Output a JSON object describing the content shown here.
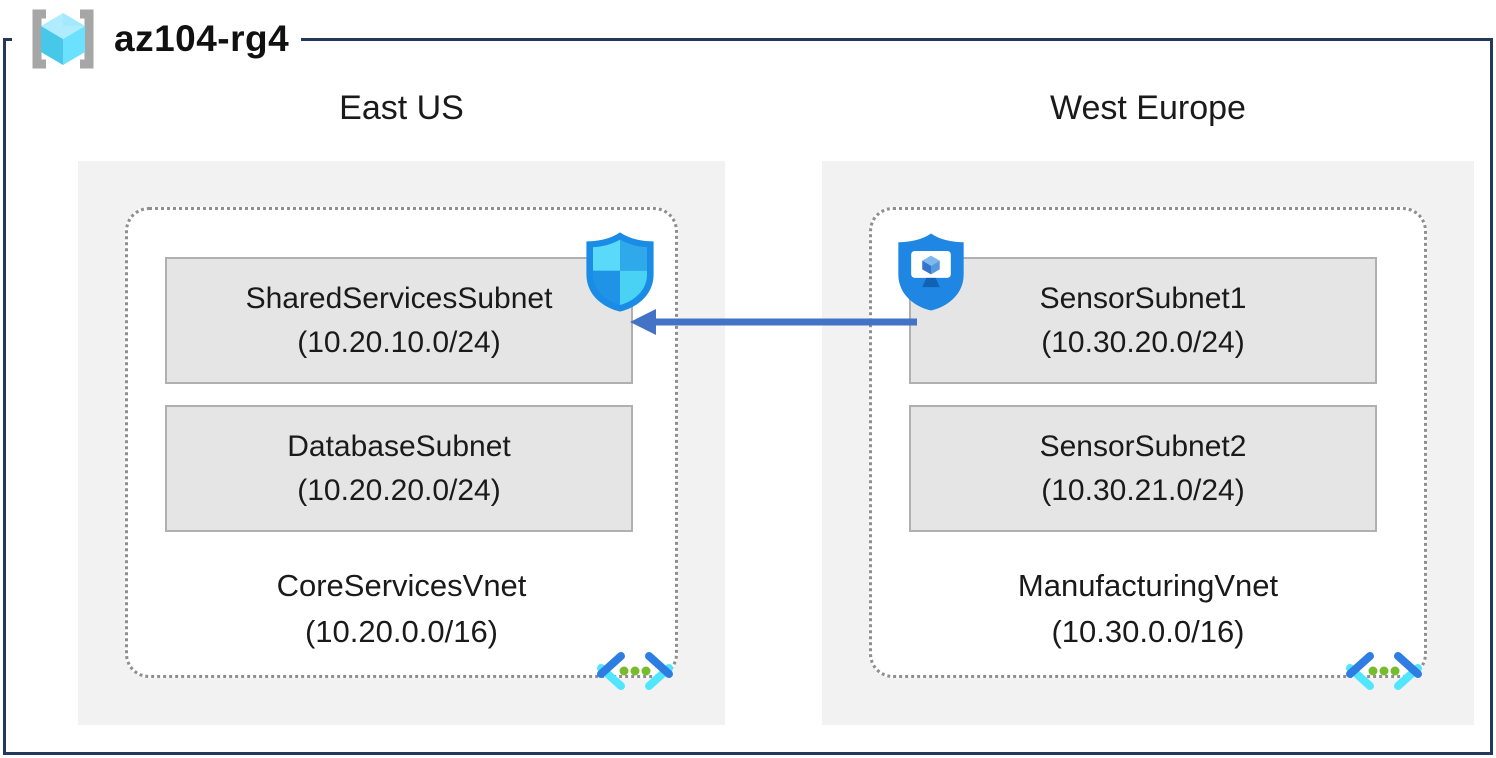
{
  "resource_group": {
    "name": "az104-rg4",
    "icon": "resource-group-brackets-cube-icon"
  },
  "regions": [
    {
      "name": "East US",
      "vnet": {
        "name": "CoreServicesVnet",
        "cidr": "(10.20.0.0/16)",
        "icon": "virtual-network-chevrons-icon",
        "subnets": [
          {
            "name": "SharedServicesSubnet",
            "cidr": "(10.20.10.0/24)",
            "badge_icon": "network-security-group-shield-icon"
          },
          {
            "name": "DatabaseSubnet",
            "cidr": "(10.20.20.0/24)",
            "badge_icon": null
          }
        ]
      }
    },
    {
      "name": "West Europe",
      "vnet": {
        "name": "ManufacturingVnet",
        "cidr": "(10.30.0.0/16)",
        "icon": "virtual-network-chevrons-icon",
        "subnets": [
          {
            "name": "SensorSubnet1",
            "cidr": "(10.30.20.0/24)",
            "badge_icon": "application-security-group-shield-icon"
          },
          {
            "name": "SensorSubnet2",
            "cidr": "(10.30.21.0/24)",
            "badge_icon": null
          }
        ]
      }
    }
  ],
  "connection": {
    "from": "SensorSubnet1",
    "to": "SharedServicesSubnet",
    "direction": "right-to-left",
    "color": "#4472c4"
  },
  "colors": {
    "frame_border": "#23395b",
    "region_background": "#f2f2f2",
    "vnet_border": "#8f8f8f",
    "subnet_background": "#e5e5e5",
    "subnet_border": "#b0b0b0",
    "arrow": "#4472c4",
    "vnet_icon_green_dots": "#76bc2d",
    "shield_blue": "#1f87e3",
    "cyan_accent": "#50e6ff"
  }
}
